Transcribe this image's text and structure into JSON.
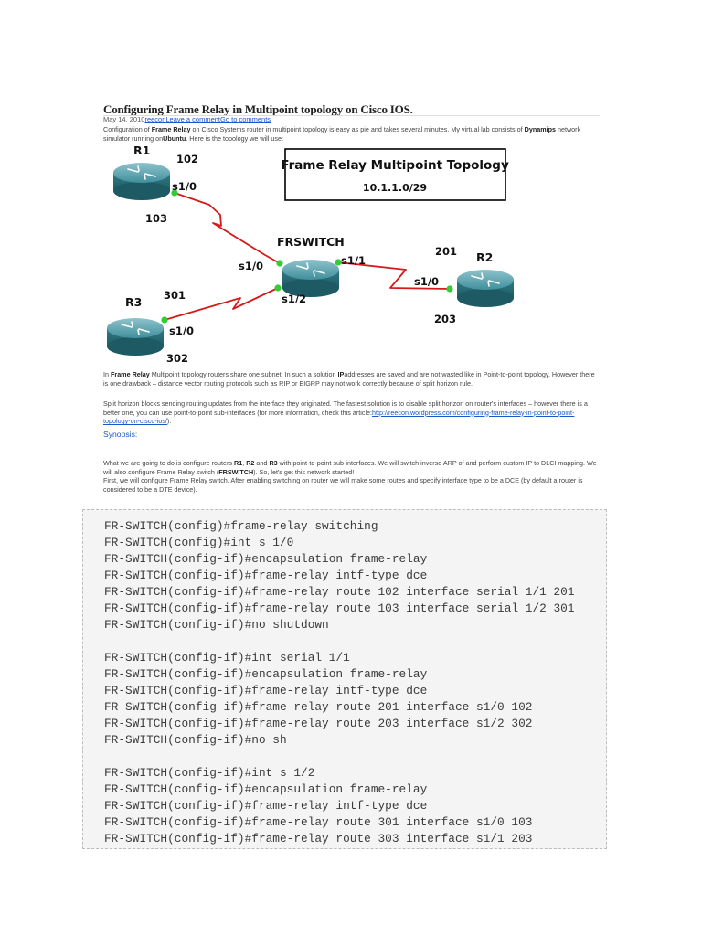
{
  "post": {
    "title": "Configuring Frame Relay in Multipoint topology on Cisco IOS.",
    "byline": {
      "date": "May 14, 2010",
      "author": "reecon",
      "leave_comment": "Leave a comment",
      "go_to_comments": "Go to comments"
    }
  },
  "paragraphs": {
    "intro": [
      {
        "t": "Configuration of "
      },
      {
        "t": "Frame Relay",
        "b": true
      },
      {
        "t": " on Cisco Systems router in multipoint topology is easy as pie and takes several minutes. My virtual lab consists of "
      },
      {
        "t": "Dynamips",
        "b": true
      },
      {
        "t": " network simulator running on"
      },
      {
        "t": "Ubuntu",
        "b": true
      },
      {
        "t": ". Here is the topology we will use:"
      }
    ],
    "frame": [
      {
        "t": "In "
      },
      {
        "t": "Frame Relay",
        "b": true
      },
      {
        "t": " Multipoint topology routers share one subnet. In such a solution "
      },
      {
        "t": "IP",
        "b": true
      },
      {
        "t": "addresses are saved and are not wasted like in Point-to-point topology. However there is  one drawback – distance vector routing protocols such as RIP or EIGRP may not work correctly because of split horizon rule."
      }
    ],
    "split": [
      {
        "t": "Split horizon blocks sending routing updates from the interface they originated. The fastest solution is to disable split horizon on router's interfaces – however there is a better one, you can use point-to-point sub-interfaces (for more information, check this article:"
      },
      {
        "t": "http://reecon.wordpress.com/configuring-frame-relay-in-point-to-point-topology-on-cisco-ios/",
        "link": true
      },
      {
        "t": ")."
      }
    ],
    "synopsis": "Synopsis:",
    "what": [
      {
        "t": "What we are going to do is configure routers "
      },
      {
        "t": "R1",
        "b": true
      },
      {
        "t": ", "
      },
      {
        "t": "R2",
        "b": true
      },
      {
        "t": " and "
      },
      {
        "t": "R3",
        "b": true
      },
      {
        "t": " with point-to-point sub-interfaces. We will switch inverse ARP of and perform custom IP to DLCI mapping. We will also configure Frame Relay switch ("
      },
      {
        "t": "FRSWITCH",
        "b": true
      },
      {
        "t": "). So, let's get this network started!"
      }
    ],
    "first": [
      {
        "t": "First, we will configure Frame Relay switch. After enabling switching on router we will make some routes and specify interface type to be a DCE (by default a router is considered to be a DTE device)."
      }
    ]
  },
  "topology": {
    "title": "Frame Relay Multipoint Topology",
    "subnet": "10.1.1.0/29",
    "router_color": "#2e7f8c",
    "link_color": "#d41b1b",
    "port_color": "#33cc33",
    "routers": [
      {
        "id": "r1",
        "label": "R1"
      },
      {
        "id": "frswitch",
        "label": "FRSWITCH"
      },
      {
        "id": "r2",
        "label": "R2"
      },
      {
        "id": "r3",
        "label": "R3"
      }
    ],
    "labels": {
      "r1_dlci": "102",
      "r1_port": "s1/0",
      "r1_link_dlci": "103",
      "sw_s10": "s1/0",
      "sw_s11": "s1/1",
      "sw_s12": "s1/2",
      "r2_dlci_top": "201",
      "r2_port": "s1/0",
      "r2_dlci_bottom": "203",
      "r3_dlci_top": "301",
      "r3_port": "s1/0",
      "r3_dlci_bottom": "302"
    }
  },
  "code": [
    "FR-SWITCH(config)#frame-relay switching",
    "FR-SWITCH(config)#int s 1/0",
    "FR-SWITCH(config-if)#encapsulation frame-relay",
    "FR-SWITCH(config-if)#frame-relay intf-type dce",
    "FR-SWITCH(config-if)#frame-relay route 102 interface serial 1/1 201",
    "FR-SWITCH(config-if)#frame-relay route 103 interface serial 1/2 301",
    "FR-SWITCH(config-if)#no shutdown",
    "",
    "FR-SWITCH(config-if)#int serial 1/1",
    "FR-SWITCH(config-if)#encapsulation frame-relay",
    "FR-SWITCH(config-if)#frame-relay intf-type dce",
    "FR-SWITCH(config-if)#frame-relay route 201 interface s1/0 102",
    "FR-SWITCH(config-if)#frame-relay route 203 interface s1/2 302",
    "FR-SWITCH(config-if)#no sh",
    "",
    "FR-SWITCH(config-if)#int s 1/2",
    "FR-SWITCH(config-if)#encapsulation frame-relay",
    "FR-SWITCH(config-if)#frame-relay intf-type dce",
    "FR-SWITCH(config-if)#frame-relay route 301 interface s1/0 103",
    "FR-SWITCH(config-if)#frame-relay route 303 interface s1/1 203"
  ]
}
